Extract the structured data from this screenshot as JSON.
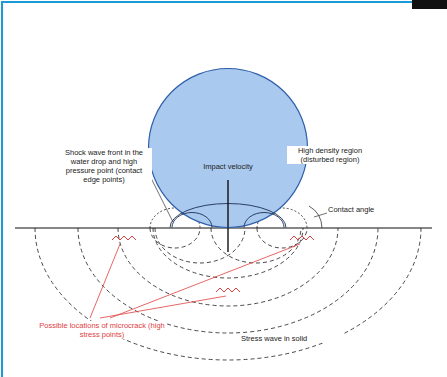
{
  "diagram": {
    "nodes": [
      {
        "text": [
          "Impact velocity"
        ]
      }
    ],
    "labels": [
      "Shock wave front in the water drop and high pressure point (contact edge points)",
      "High density region (disturbed region)",
      "Contact angle",
      "Possible locations of microcrack (high stress points)",
      "Stress wave in solid"
    ]
  }
}
